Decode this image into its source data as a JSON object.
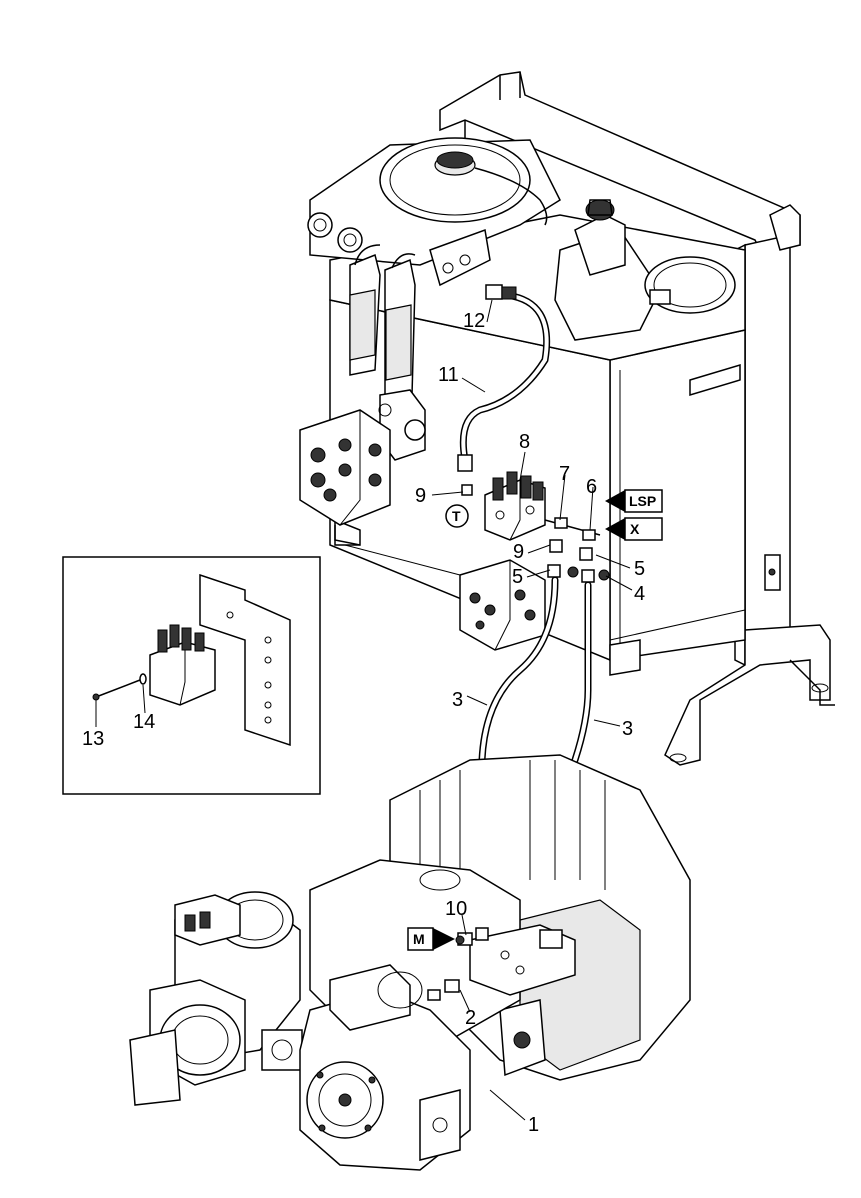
{
  "diagram": {
    "callouts": [
      {
        "id": "c1",
        "label": "1"
      },
      {
        "id": "c2",
        "label": "2"
      },
      {
        "id": "c3a",
        "label": "3"
      },
      {
        "id": "c3b",
        "label": "3"
      },
      {
        "id": "c4",
        "label": "4"
      },
      {
        "id": "c5a",
        "label": "5"
      },
      {
        "id": "c5b",
        "label": "5"
      },
      {
        "id": "c6",
        "label": "6"
      },
      {
        "id": "c7",
        "label": "7"
      },
      {
        "id": "c8",
        "label": "8"
      },
      {
        "id": "c9a",
        "label": "9"
      },
      {
        "id": "c9b",
        "label": "9"
      },
      {
        "id": "c10",
        "label": "10"
      },
      {
        "id": "c11",
        "label": "11"
      },
      {
        "id": "c12",
        "label": "12"
      },
      {
        "id": "c13",
        "label": "13"
      },
      {
        "id": "c14",
        "label": "14"
      }
    ],
    "port_flags": {
      "lsp": "LSP",
      "x": "X",
      "m": "M",
      "t": "T"
    }
  }
}
